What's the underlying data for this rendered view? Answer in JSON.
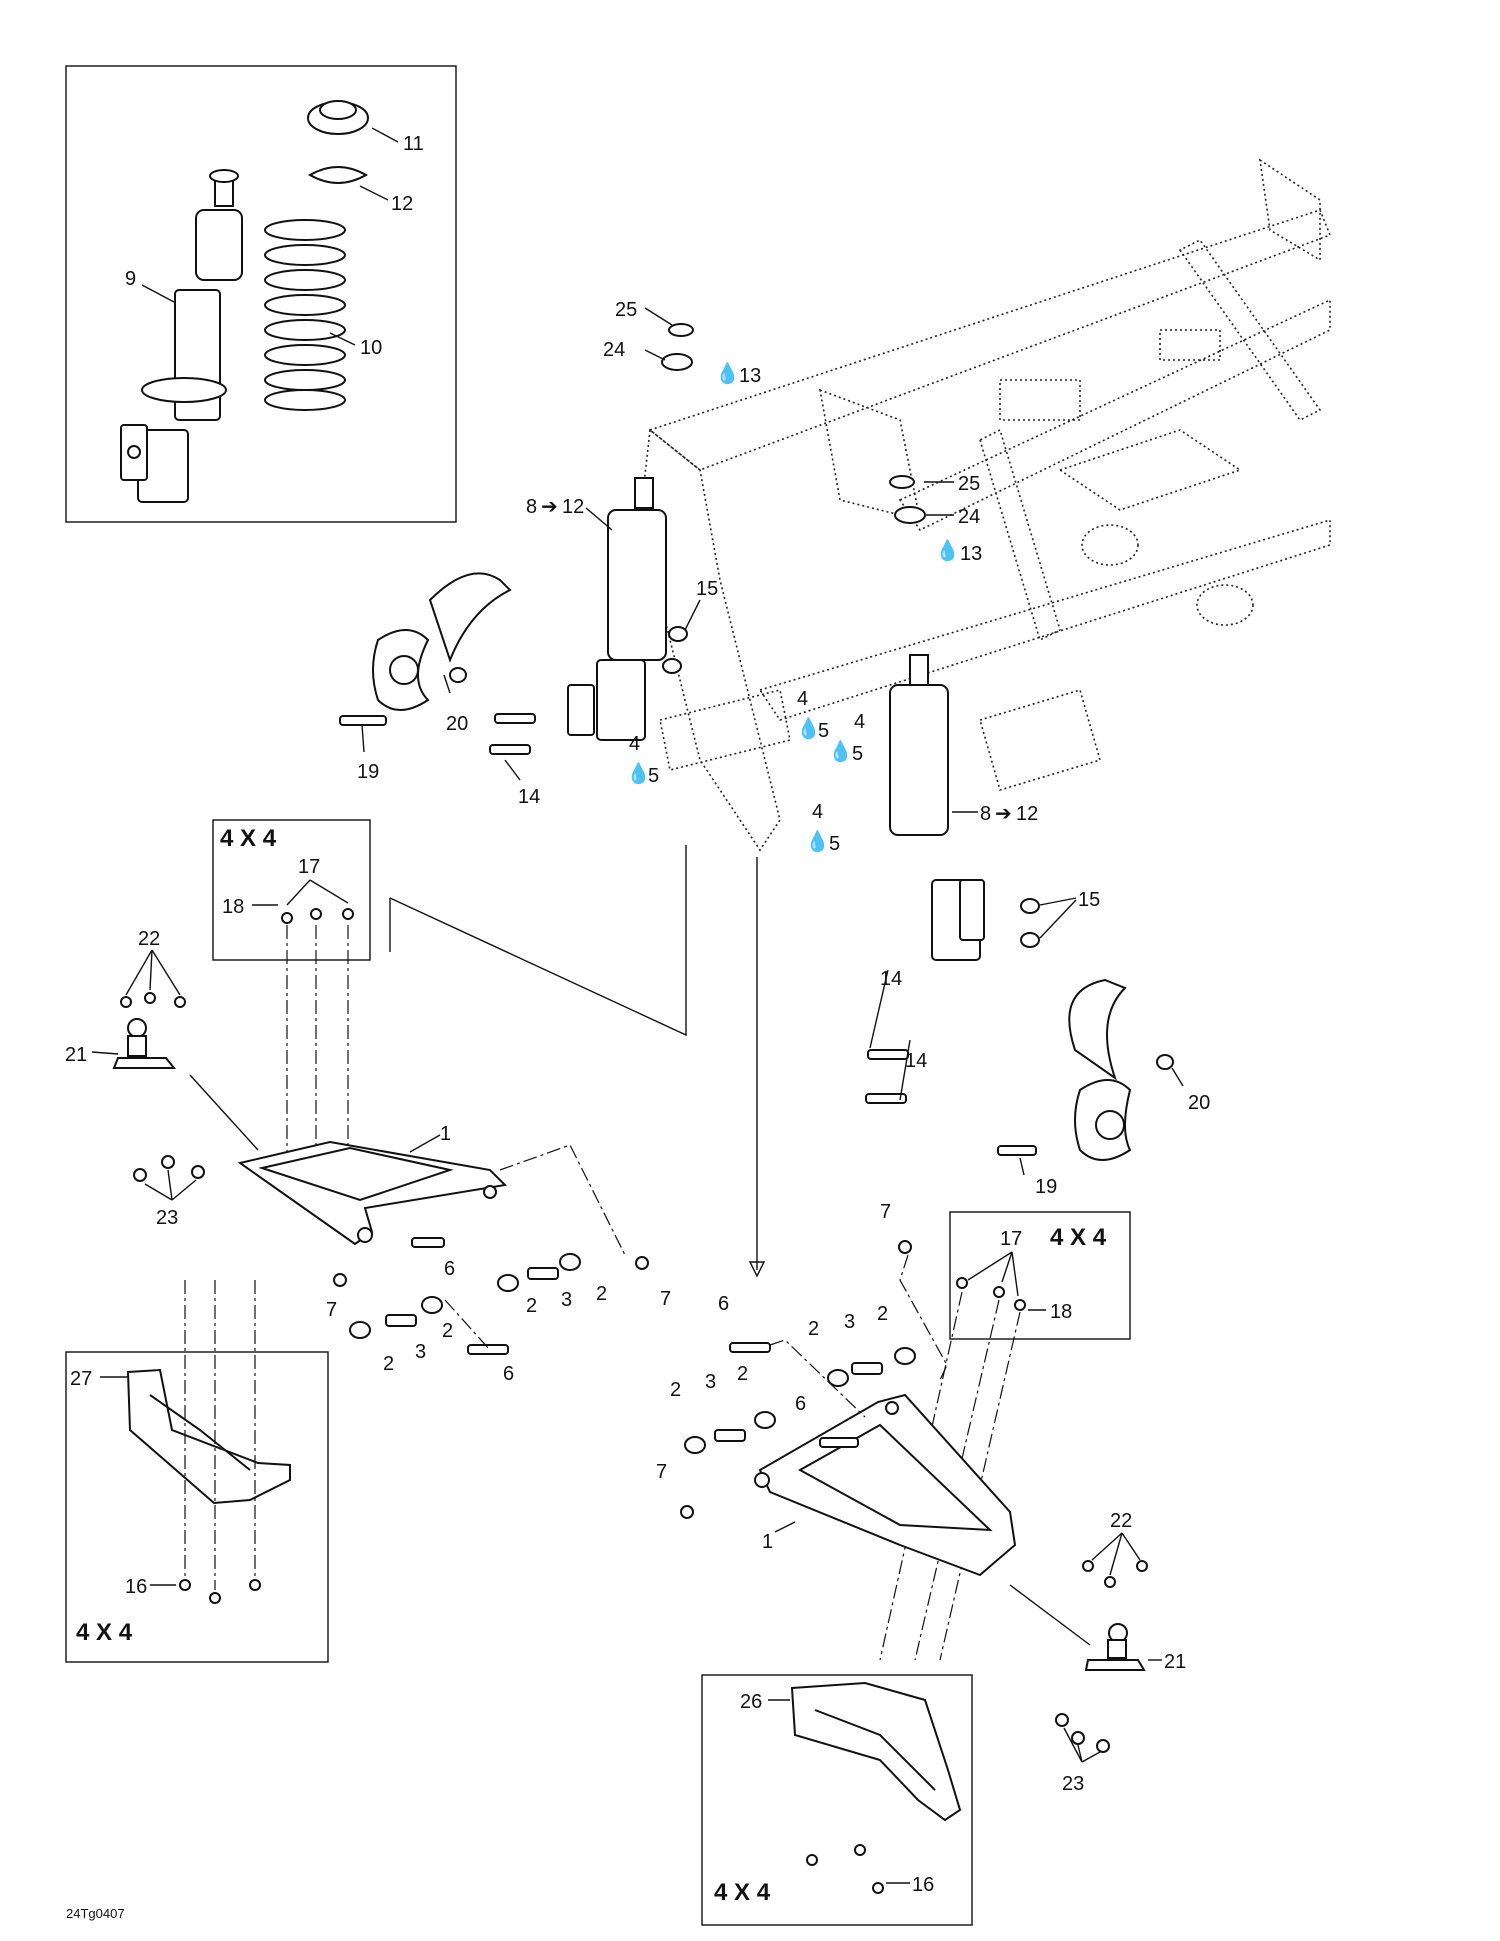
{
  "figure_code": "24Tg0407",
  "arrow_glyph": "➔",
  "drop_glyph": "💧",
  "variant_label": "4 X 4",
  "callouts": {
    "c1a": "1",
    "c1b": "1",
    "c2a": "2",
    "c2b": "2",
    "c2c": "2",
    "c2d": "2",
    "c2e": "2",
    "c2f": "2",
    "c2g": "2",
    "c2h": "2",
    "c3a": "3",
    "c3b": "3",
    "c3c": "3",
    "c3d": "3",
    "c4a": "4",
    "c4b": "4",
    "c4c": "4",
    "c4d": "4",
    "c5a": "5",
    "c5b": "5",
    "c5c": "5",
    "c5d": "5",
    "c6a": "6",
    "c6b": "6",
    "c6c": "6",
    "c6d": "6",
    "c7a": "7",
    "c7b": "7",
    "c7c": "7",
    "c7d": "7",
    "c8a": "8",
    "c8b": "8",
    "c9": "9",
    "c10": "10",
    "c11": "11",
    "c12": "12",
    "c12a": "12",
    "c12b": "12",
    "c13a": "13",
    "c13b": "13",
    "c14a": "14",
    "c14b": "14",
    "c14c": "14",
    "c15a": "15",
    "c15b": "15",
    "c16a": "16",
    "c16b": "16",
    "c17a": "17",
    "c17b": "17",
    "c18a": "18",
    "c18b": "18",
    "c19a": "19",
    "c19b": "19",
    "c20a": "20",
    "c20b": "20",
    "c21a": "21",
    "c21b": "21",
    "c22a": "22",
    "c22b": "22",
    "c23a": "23",
    "c23b": "23",
    "c24a": "24",
    "c24b": "24",
    "c25a": "25",
    "c25b": "25",
    "c26": "26",
    "c27": "27"
  }
}
